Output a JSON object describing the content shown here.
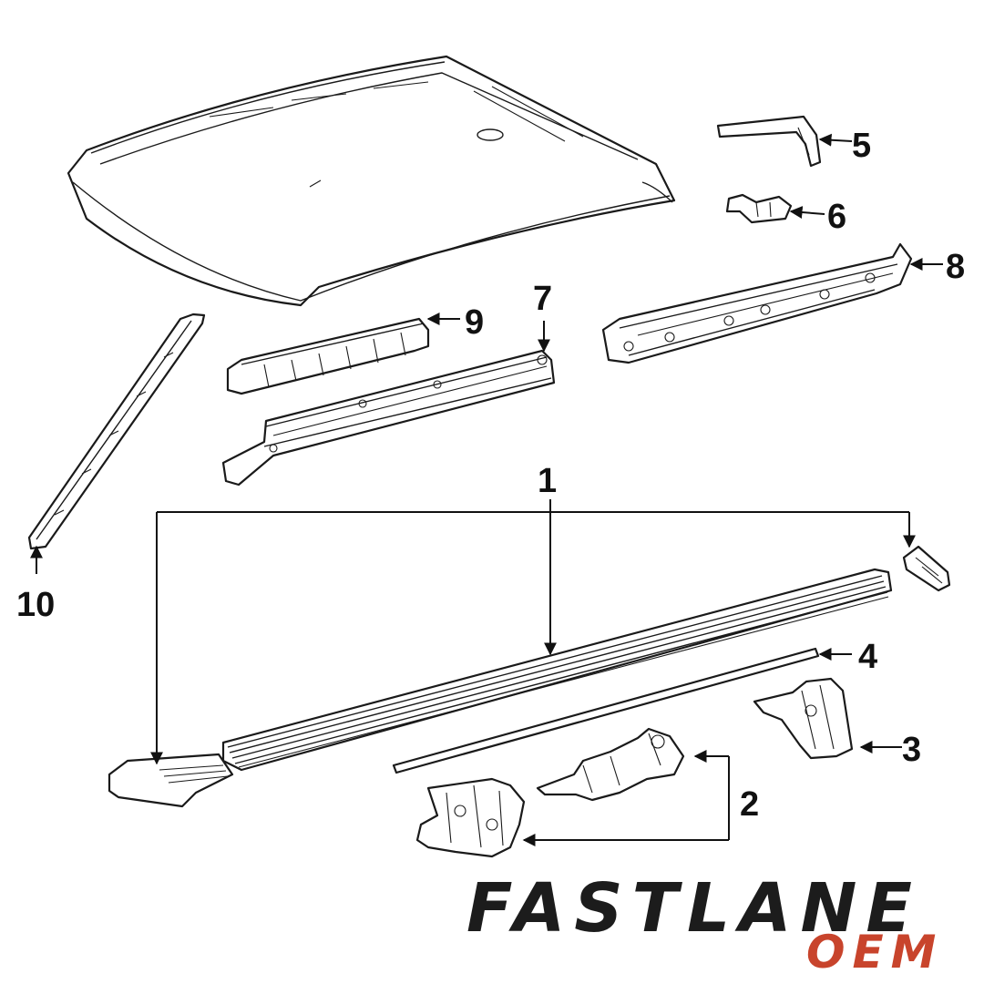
{
  "diagram": {
    "callouts": [
      {
        "id": "1",
        "label": "1"
      },
      {
        "id": "2",
        "label": "2"
      },
      {
        "id": "3",
        "label": "3"
      },
      {
        "id": "4",
        "label": "4"
      },
      {
        "id": "5",
        "label": "5"
      },
      {
        "id": "6",
        "label": "6"
      },
      {
        "id": "7",
        "label": "7"
      },
      {
        "id": "8",
        "label": "8"
      },
      {
        "id": "9",
        "label": "9"
      },
      {
        "id": "10",
        "label": "10"
      }
    ]
  },
  "brand": {
    "name": "FASTLANE",
    "sub": "OEM",
    "colors": {
      "main": "#1c1c1c",
      "accent": "#c8442c"
    }
  }
}
